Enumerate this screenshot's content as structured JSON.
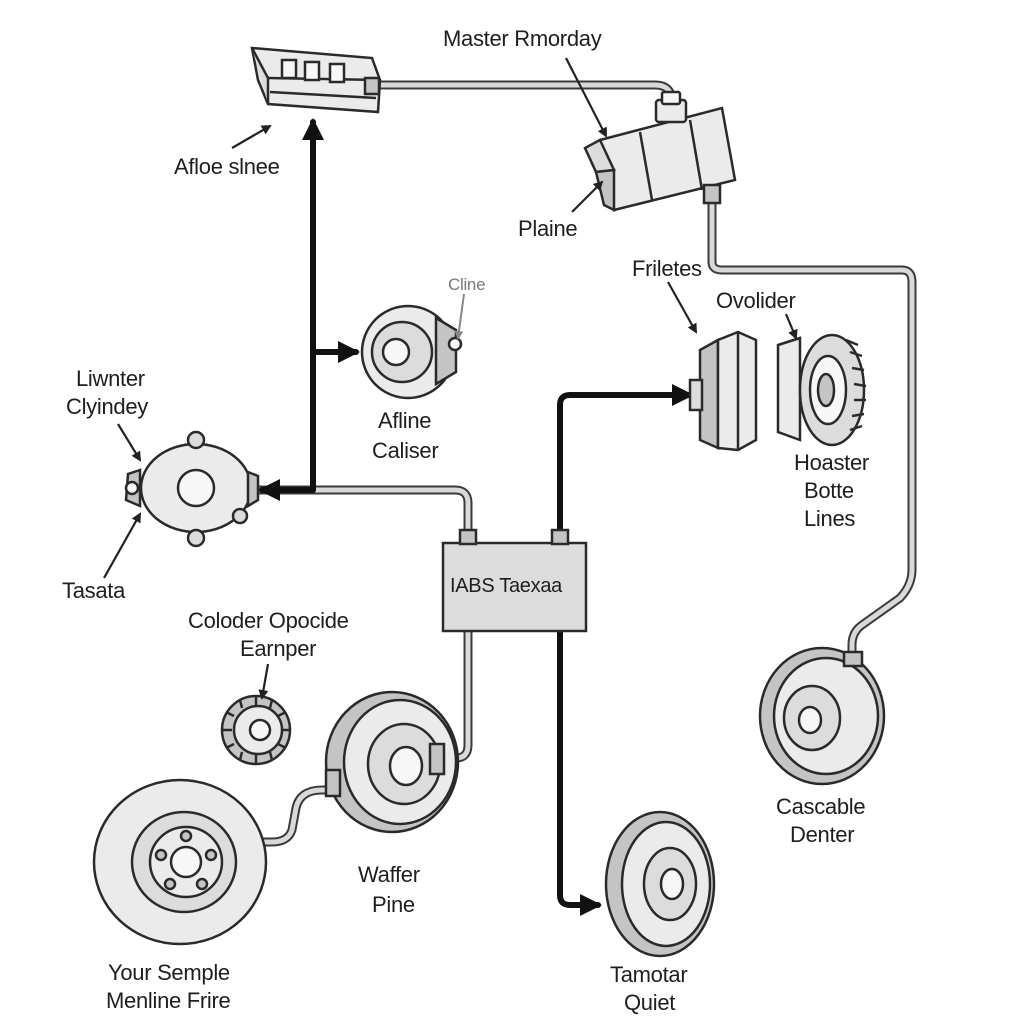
{
  "labels": {
    "master_rmorday": "Master Rmorday",
    "afloe_slnee": "Afloe slnee",
    "plaine": "Plaine",
    "friletes": "Friletes",
    "ovolider": "Ovolider",
    "cline": "Cline",
    "afline_caliser": [
      "Afline",
      "Caliser"
    ],
    "liwnter_clyindey": [
      "Liwnter",
      "Clyindey"
    ],
    "hoaster_botte_lines": [
      "Hoaster",
      "Botte",
      "Lines"
    ],
    "tasata": "Tasata",
    "iabs_taexaa": "IABS Taexaa",
    "coloder_opocide_earnper": [
      "Coloder Opocide",
      "Earnper"
    ],
    "cascable_denter": [
      "Cascable",
      "Denter"
    ],
    "waffer_pine": [
      "Waffer",
      "Pine"
    ],
    "your_semple_menline_frire": [
      "Your Semple",
      "Menline Frire"
    ],
    "tamotar_quiet": [
      "Tamotar",
      "Quiet"
    ]
  },
  "icons": [
    "reservoir-icon",
    "master-cylinder-icon",
    "caliper-icon",
    "brake-pad-icon",
    "rotor-icon",
    "wheel-cylinder-icon",
    "abs-module-icon",
    "gear-icon",
    "brake-drum-icon"
  ]
}
